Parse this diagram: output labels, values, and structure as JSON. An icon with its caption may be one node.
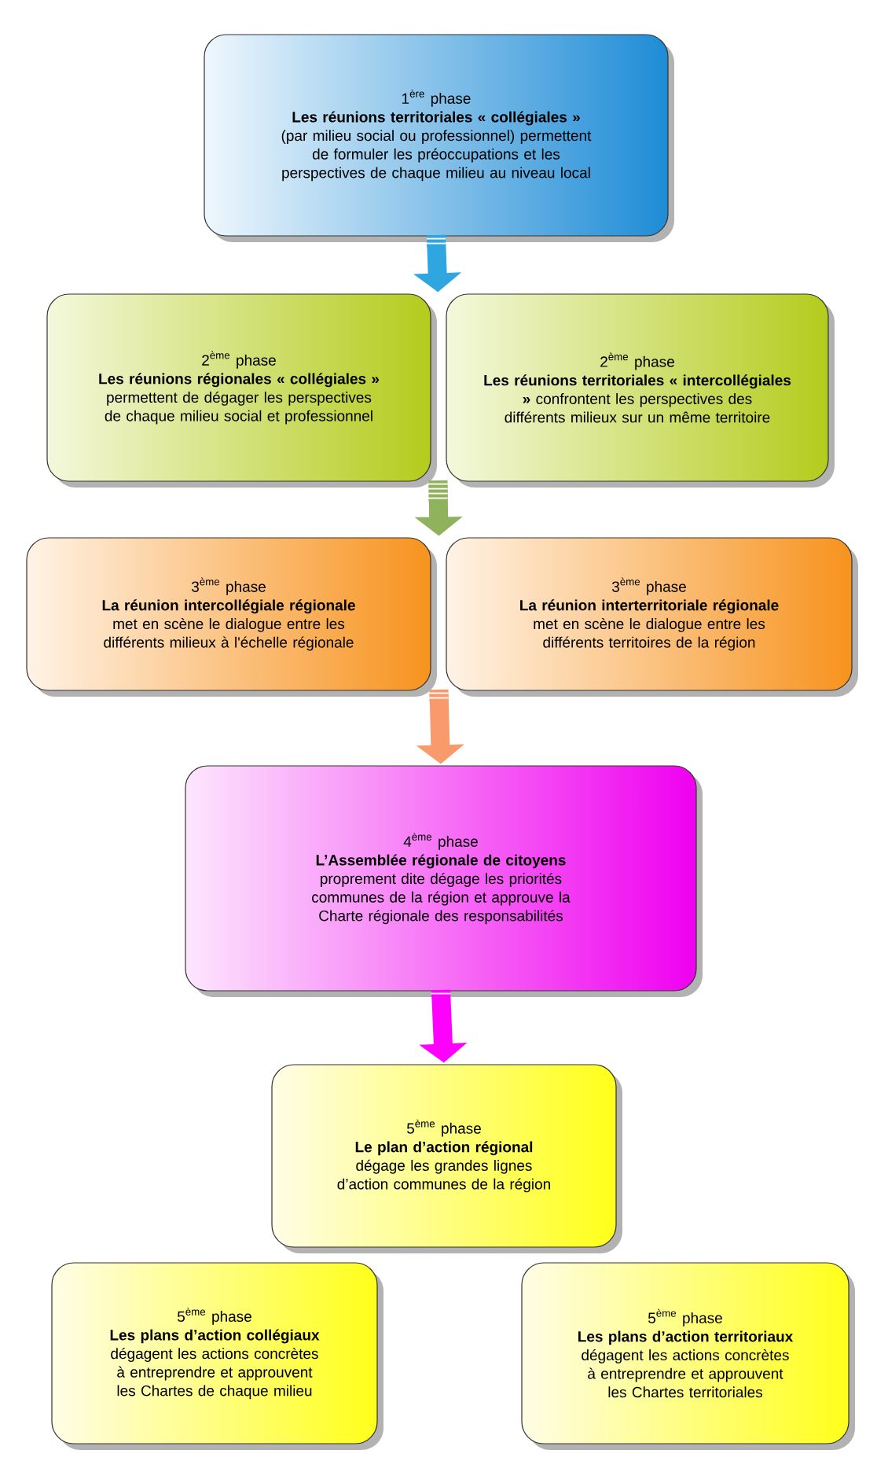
{
  "diagram": {
    "nodes": [
      {
        "text": [
          "\\text{1}^{\\text{ère}}\\text{ phase}",
          "Les réunions territoriales « collégiales »",
          "(par milieu social ou professionnel) permettent de formuler les préoccupations et les perspectives de chaque milieu au niveau local"
        ]
      },
      {
        "text": [
          "\\text{2}^{\\text{ème}}\\text{ phase}",
          "Les réunions régionales « collégiales »",
          "permettent de dégager les perspectives de chaque milieu social et professionnel"
        ]
      },
      {
        "text": [
          "\\text{2}^{\\text{ème}}\\text{ phase}",
          "**Les réunions territoriales « intercollégiales »** confrontent les perspectives des différents milieux sur un même territoire"
        ]
      },
      {
        "text": [
          "\\text{3}^{\\text{ème}}\\text{ phase}",
          "La réunion intercollégiale régionale",
          "met en scène le dialogue entre les différents milieux à l'échelle régionale"
        ]
      },
      {
        "text": [
          "\\text{3}^{\\text{ème}}\\text{ phase}",
          "La réunion interterritoriale régionale",
          "met en scène le dialogue entre les différents territoires de la région"
        ]
      },
      {
        "text": [
          "\\text{4}^{\\text{ème}}\\text{ phase}",
          "L’Assemblée régionale de citoyens",
          "proprement dite dégage les priorités communes de la région et approuve la Charte régionale des responsabilités"
        ]
      },
      {
        "text": [
          "\\text{5}^{\\text{ème}}\\text{ phase}",
          "Le plan d’action régional",
          "dégage les grandes lignes d’action communes de la région"
        ]
      },
      {
        "text": [
          "\\text{5}^{\\text{ème}}\\text{ phase}",
          "Les plans d’action collégiaux",
          "dégagent les actions concrètes à entreprendre et approuvent les Chartes de chaque milieu"
        ]
      },
      {
        "text": [
          "\\text{5}^{\\text{ème}}\\text{ phase}",
          "Les plans d’action territoriaux",
          "dégagent les actions concrètes à entreprendre et approuvent les Chartes territoriales"
        ]
      }
    ],
    "edges": [
      {
        "from": 0,
        "to": 1,
        "arrow": "to",
        "color": "#2fa6e0"
      },
      {
        "from": 0,
        "to": 2,
        "arrow": "to",
        "color": "#2fa6e0"
      },
      {
        "from": 1,
        "to": 3,
        "arrow": "to",
        "color": "#8fb25c"
      },
      {
        "from": 1,
        "to": 4,
        "arrow": "to",
        "color": "#8fb25c"
      },
      {
        "from": 2,
        "to": 3,
        "arrow": "to",
        "color": "#8fb25c"
      },
      {
        "from": 2,
        "to": 4,
        "arrow": "to",
        "color": "#8fb25c"
      },
      {
        "from": 3,
        "to": 5,
        "arrow": "to",
        "color": "#f99a6c"
      },
      {
        "from": 4,
        "to": 5,
        "arrow": "to",
        "color": "#f99a6c"
      },
      {
        "from": 5,
        "to": 6,
        "arrow": "to",
        "color": "#ff00ff"
      }
    ]
  }
}
